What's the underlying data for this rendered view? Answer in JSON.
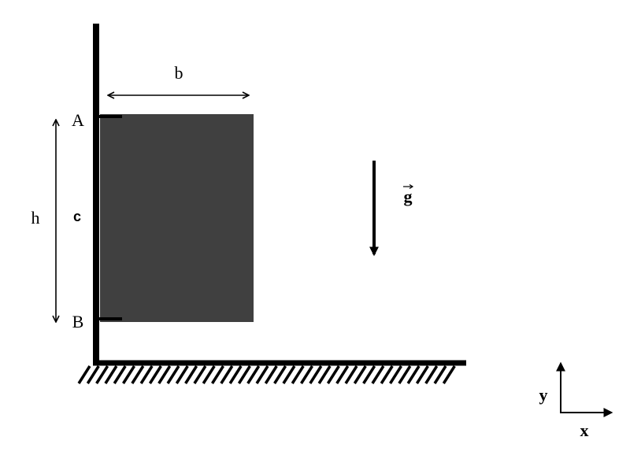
{
  "labels": {
    "width": "b",
    "height": "h",
    "top_support": "A",
    "bottom_support": "B",
    "center": "c",
    "gravity": "g",
    "axis_y": "y",
    "axis_x": "x"
  },
  "colors": {
    "block": "#404040",
    "ink": "#000000",
    "background": "#ffffff"
  }
}
